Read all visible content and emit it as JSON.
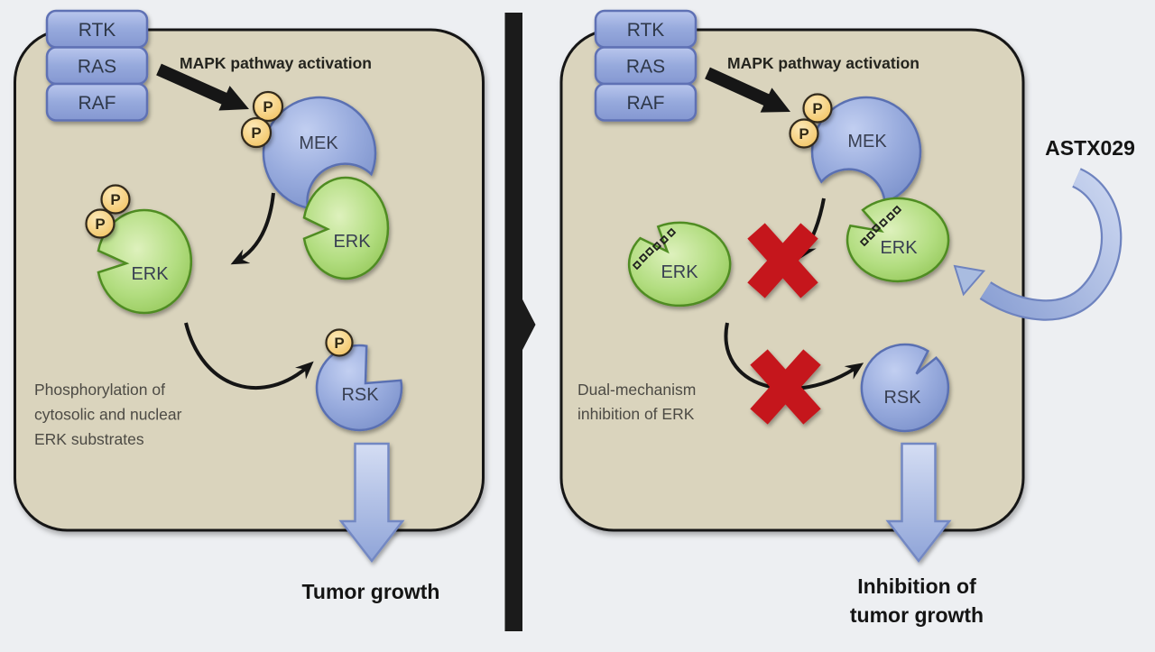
{
  "figure": {
    "type": "pathway-diagram",
    "divider": "right-pointing transition arrow between untreated and treated cell"
  },
  "proteins": {
    "rtk": "RTK",
    "ras": "RAS",
    "raf": "RAF",
    "mek": "MEK",
    "erk": "ERK",
    "rsk": "RSK",
    "phosphate": "P"
  },
  "left_panel": {
    "activation_label": "MAPK pathway activation",
    "note_lines": [
      "Phosphorylation of",
      "cytosolic and nuclear",
      "ERK substrates"
    ],
    "outcome": "Tumor growth"
  },
  "right_panel": {
    "activation_label": "MAPK pathway activation",
    "drug_label": "ASTX029",
    "note_lines": [
      "Dual-mechanism",
      "inhibition of ERK"
    ],
    "outcome_lines": [
      "Inhibition of",
      "tumor growth"
    ]
  },
  "palette": {
    "page_bg": "#edeff2",
    "cell_fill": "#dad4bd",
    "cell_border": "#141414",
    "protein_blue": "#8fa4d6",
    "protein_blue_border": "#5a70b2",
    "protein_green": "#a3d468",
    "protein_green_border": "#4f8c22",
    "phosphate_yellow": "#f5ca67",
    "phosphate_border": "#33291a",
    "inhibit_red": "#c5161d",
    "block_arrow_blue": "#a9bce5",
    "block_arrow_border": "#7388c3",
    "ink": "#1a1a1a"
  }
}
